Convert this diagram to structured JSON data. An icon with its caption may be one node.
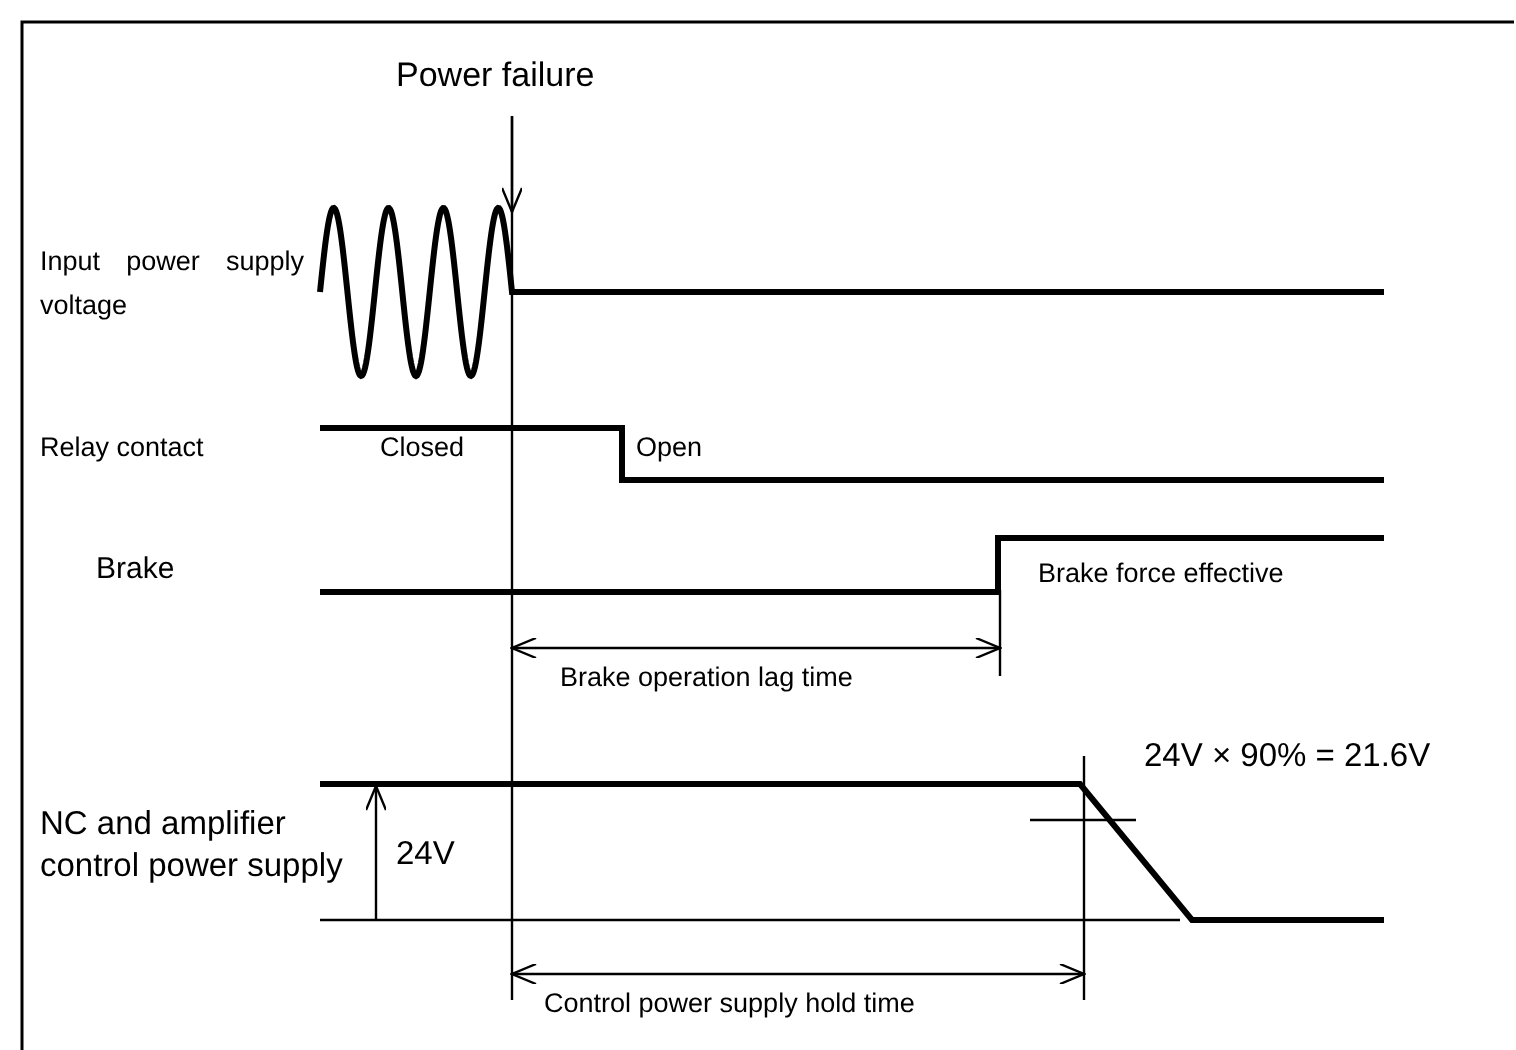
{
  "diagram": {
    "labels": [
      "Power failure",
      "Input power supply voltage",
      "Relay contact",
      "Closed",
      "Open",
      "Brake",
      "Brake force effective",
      "Brake operation lag time",
      "NC and amplifier control power supply",
      "24V",
      "24V × 90% = 21.6V",
      "Control power supply hold time"
    ]
  }
}
